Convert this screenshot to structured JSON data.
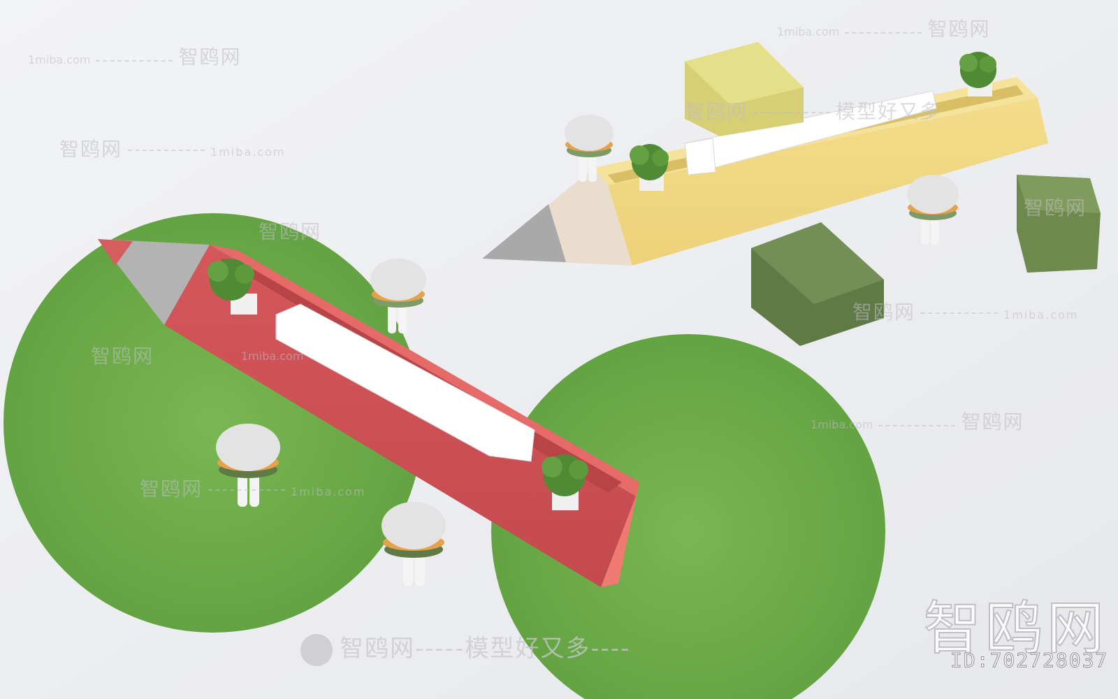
{
  "watermarks": {
    "site": "1miba.com",
    "brand": "智鸥网",
    "slogan_tail": "模型好又多",
    "id_text": "ID:702728037"
  },
  "colors": {
    "background": "#ecedf0",
    "grass": "#6fae4a",
    "red_pencil": "#d9595a",
    "yellow_pencil": "#f1dc8c",
    "wood_tip": "#e8dccd",
    "graphite": "#a6a6a6",
    "ottoman_yellow": "#e3dc83",
    "ottoman_green": "#6f8a4f",
    "stool_top": "#e3e3e3",
    "stool_band_orange": "#e6a24a",
    "stool_band_green": "#7d9b66"
  },
  "icons": [
    "seagull-logo-icon"
  ]
}
